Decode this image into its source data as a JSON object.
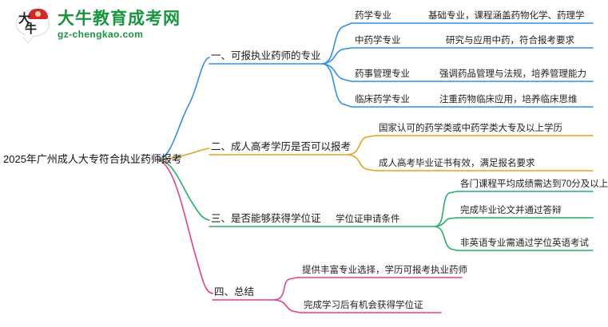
{
  "logo": {
    "mark_char_1": "大",
    "mark_char_2": "牛",
    "title": "大牛教育成考网",
    "subtitle": "gz-chengkao.com",
    "brand_green": "#17963c",
    "brand_red": "#d6252a"
  },
  "mindmap": {
    "root": {
      "label": "2025年广州成人大专符合执业药师报考"
    },
    "branches": [
      {
        "id": "branch-1",
        "label": "一、可报执业药师的专业",
        "color": "#2f8fed",
        "items": [
          {
            "name": "药学专业",
            "desc": "基础专业，课程涵盖药物化学、药理学"
          },
          {
            "name": "中药学专业",
            "desc": "研究与应用中药，符合报考要求"
          },
          {
            "name": "药事管理专业",
            "desc": "强调药品管理与法规，培养管理能力"
          },
          {
            "name": "临床药学专业",
            "desc": "注重药物临床应用，培养临床思维"
          }
        ]
      },
      {
        "id": "branch-2",
        "label": "二、成人高考学历是否可以报考",
        "color": "#e9a21a",
        "items": [
          {
            "name": "",
            "desc": "国家认可的药学类或中药学类大专及以上学历"
          },
          {
            "name": "",
            "desc": "成人高考毕业证书有效，满足报名要求"
          }
        ]
      },
      {
        "id": "branch-3",
        "label": "三、是否能够获得学位证",
        "color": "#23b06a",
        "sub_label": "学位证申请条件",
        "items": [
          {
            "name": "",
            "desc": "各门课程平均成绩需达到70分及以上"
          },
          {
            "name": "",
            "desc": "完成毕业论文并通过答辩"
          },
          {
            "name": "",
            "desc": "非英语专业需通过学位英语考试"
          }
        ]
      },
      {
        "id": "branch-4",
        "label": "四、总结",
        "color": "#ea3d8c",
        "items": [
          {
            "name": "",
            "desc": "提供丰富专业选择，学历可报考执业药师"
          },
          {
            "name": "",
            "desc": "完成学习后有机会获得学位证"
          }
        ]
      }
    ]
  }
}
